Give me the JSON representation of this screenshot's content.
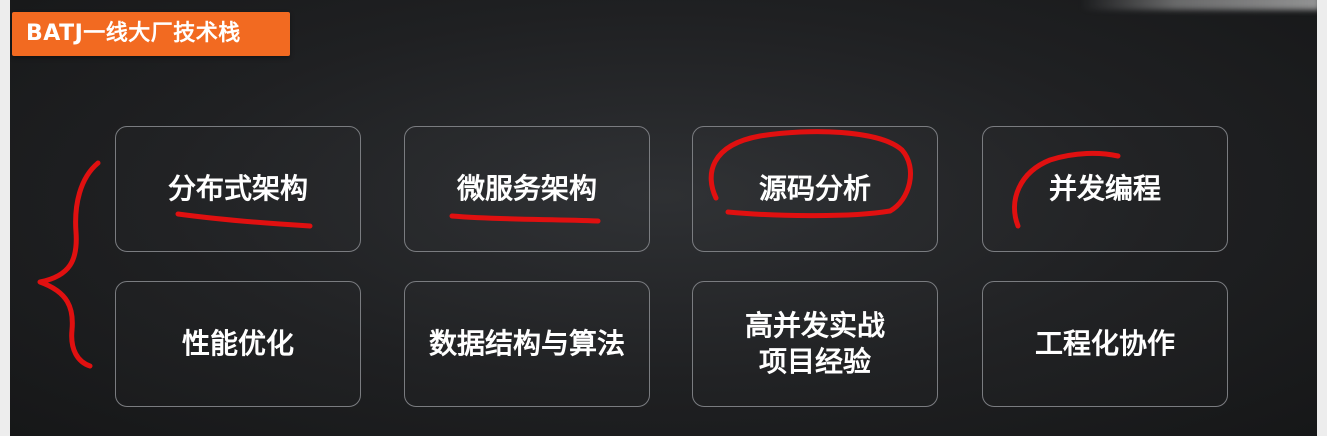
{
  "header": {
    "title": "BATJ一线大厂技术栈",
    "badge_color": "#f26a21"
  },
  "grid": {
    "rows": [
      {
        "cards": [
          {
            "label": "分布式架构",
            "underlined": true
          },
          {
            "label": "微服务架构",
            "underlined": true
          },
          {
            "label": "源码分析",
            "circled": true
          },
          {
            "label": "并发编程",
            "marked": true
          }
        ]
      },
      {
        "cards": [
          {
            "label": "性能优化"
          },
          {
            "label": "数据结构与算法"
          },
          {
            "label": "高并发实战\n项目经验"
          },
          {
            "label": "工程化协作"
          }
        ]
      }
    ]
  },
  "colors": {
    "background": "#1f2022",
    "card_border": "#7a7c80",
    "text": "#ffffff",
    "annotation_ink": "#e01010"
  }
}
